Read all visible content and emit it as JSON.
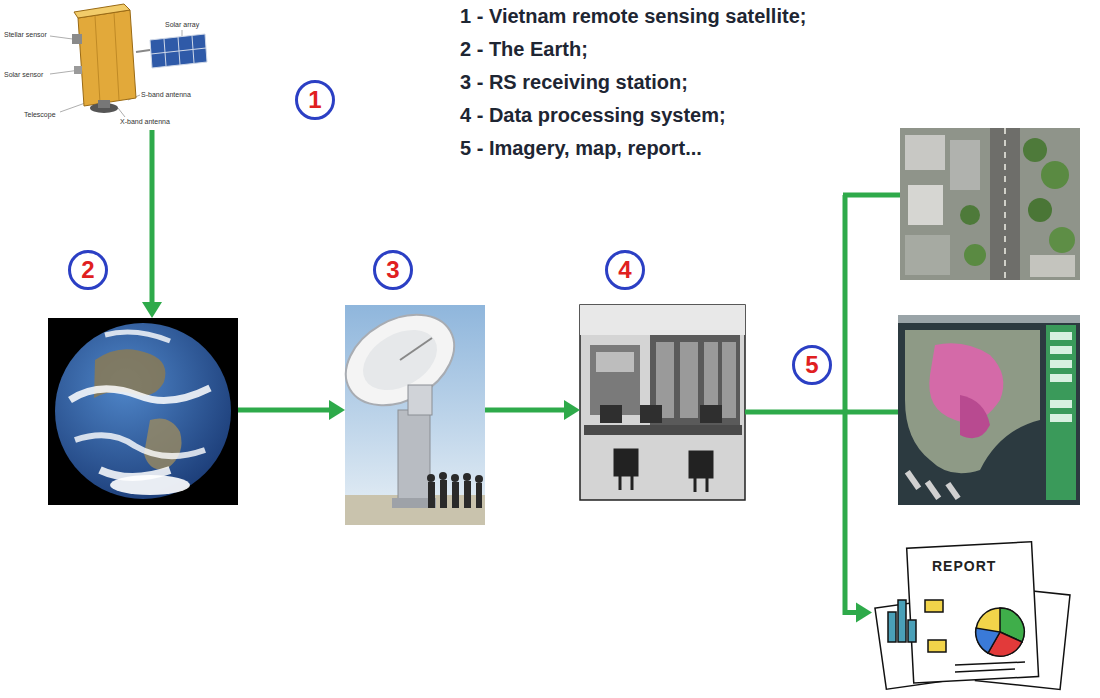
{
  "diagram": {
    "nodes": [
      {
        "text": [
          "1"
        ]
      },
      {
        "text": [
          "2"
        ]
      },
      {
        "text": [
          "3"
        ]
      },
      {
        "text": [
          "4"
        ]
      },
      {
        "text": [
          "REPORT"
        ]
      }
    ],
    "edges": [
      {
        "from": 0,
        "to": 1,
        "arrow": "to"
      },
      {
        "from": 1,
        "to": 2,
        "arrow": "to"
      },
      {
        "from": 2,
        "to": 3,
        "arrow": "to"
      },
      {
        "from": 3,
        "to": 4,
        "arrow": "to"
      }
    ],
    "labels": [
      "1 - Vietnam remote sensing satellite;",
      "2 - The Earth;",
      "3 - RS receiving station;",
      "4 - Data processing system;",
      "5 - Imagery, map, report...",
      "5",
      "Stellar sensor",
      "Solar sensor",
      "Telescope",
      "S-band antenna",
      "X-band antenna",
      "Solar array"
    ]
  }
}
